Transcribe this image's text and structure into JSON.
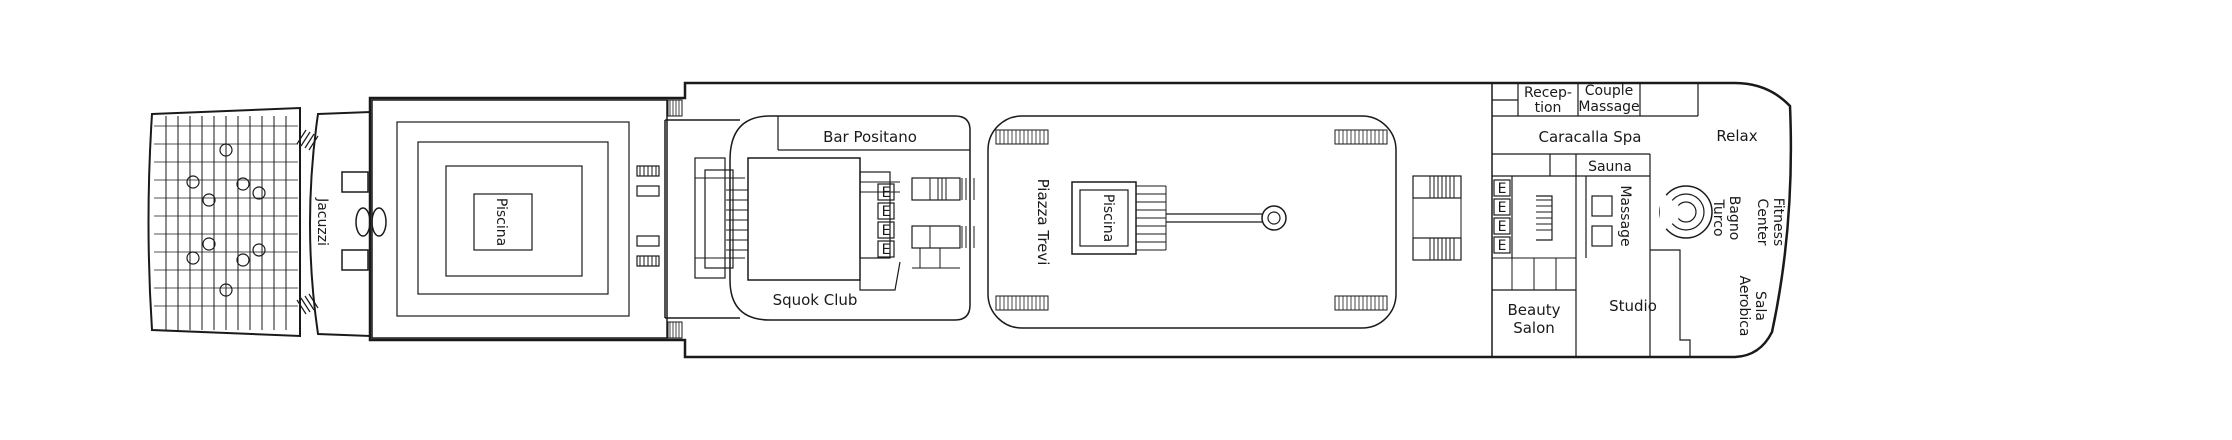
{
  "rooms": {
    "jacuzzi": "Jacuzzi",
    "piscina_aft": "Piscina",
    "bar_positano": "Bar Positano",
    "squok_club": "Squok Club",
    "piazza_trevi": "Piazza Trevi",
    "piscina_mid": "Piscina",
    "reception_1": "Recep-",
    "reception_2": "tion",
    "couple_1": "Couple",
    "couple_2": "Massage",
    "caracalla_spa": "Caracalla Spa",
    "relax": "Relax",
    "sauna": "Sauna",
    "massage": "Massage",
    "beauty_1": "Beauty",
    "beauty_2": "Salon",
    "studio": "Studio",
    "bagno_1": "Bagno",
    "bagno_2": "Turco",
    "fitness_1": "Fitness",
    "fitness_2": "Center",
    "sala_1": "Sala",
    "sala_2": "Aerobica"
  },
  "elevator_symbol": "E",
  "colors": {
    "line": "#1a1a1a",
    "background": "#ffffff"
  }
}
